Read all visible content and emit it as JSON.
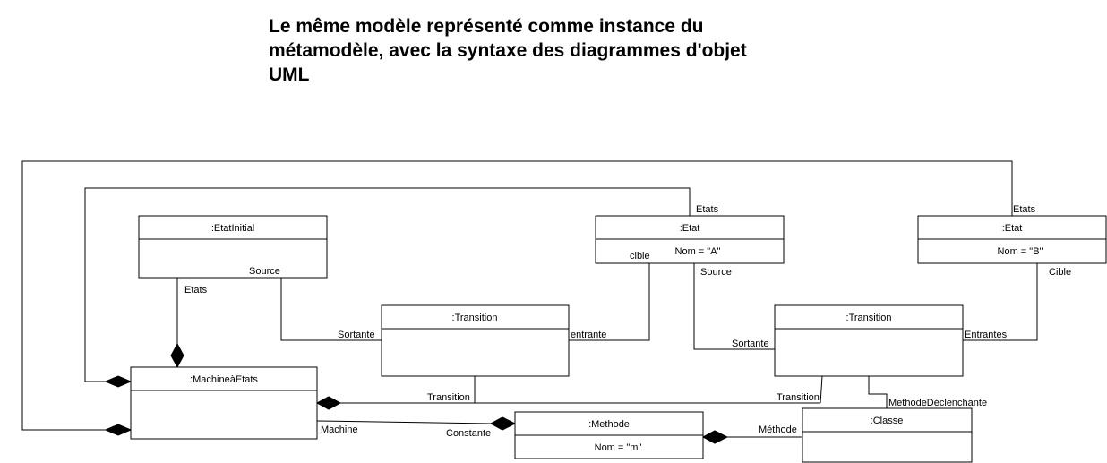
{
  "title_lines": [
    "Le même modèle représenté comme instance du",
    "métamodèle, avec la syntaxe des diagrammes d'objet",
    "UML"
  ],
  "objects": {
    "etat_initial": {
      "name": ":EtatInitial",
      "attr": ""
    },
    "etat_a": {
      "name": ":Etat",
      "attr": "Nom = \"A\""
    },
    "etat_b": {
      "name": ":Etat",
      "attr": "Nom = \"B\""
    },
    "transition_1": {
      "name": ":Transition",
      "attr": ""
    },
    "transition_2": {
      "name": ":Transition",
      "attr": ""
    },
    "machine": {
      "name": ":MachineàEtats",
      "attr": ""
    },
    "methode": {
      "name": ":Methode",
      "attr": "Nom = \"m\""
    },
    "classe": {
      "name": ":Classe",
      "attr": ""
    }
  },
  "labels": {
    "etats_a": "Etats",
    "etats_b": "Etats",
    "etats_init": "Etats",
    "source_init": "Source",
    "cible_a": "cible",
    "source_a": "Source",
    "cible_b": "Cible",
    "sortante_1": "Sortante",
    "entrante_1": "entrante",
    "sortante_2": "Sortante",
    "entrantes_2": "Entrantes",
    "transition_1": "Transition",
    "transition_2": "Transition",
    "methode_declenchante": "MethodeDéclenchante",
    "machine": "Machine",
    "constante": "Constante",
    "methode": "Méthode"
  }
}
